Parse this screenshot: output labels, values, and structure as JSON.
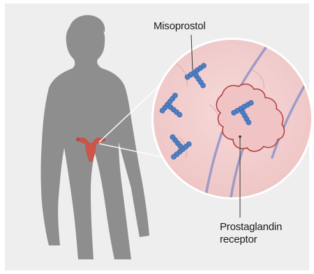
{
  "labels": {
    "drug": "Misoprostol",
    "receptor_line1": "Prostaglandin",
    "receptor_line2": "receptor"
  },
  "colors": {
    "background": "#eeeeee",
    "silhouette": "#8e8e8e",
    "tissue": "#f2cdcd",
    "molecule": "#4f7fc4",
    "receptor_outline": "#b23a3a",
    "vessel": "#8f92c8",
    "uterus": "#c8564a"
  },
  "icons": {
    "body": "female-silhouette",
    "organ": "uterus-icon",
    "molecule": "molecule-icon",
    "receptor": "receptor-outline"
  }
}
